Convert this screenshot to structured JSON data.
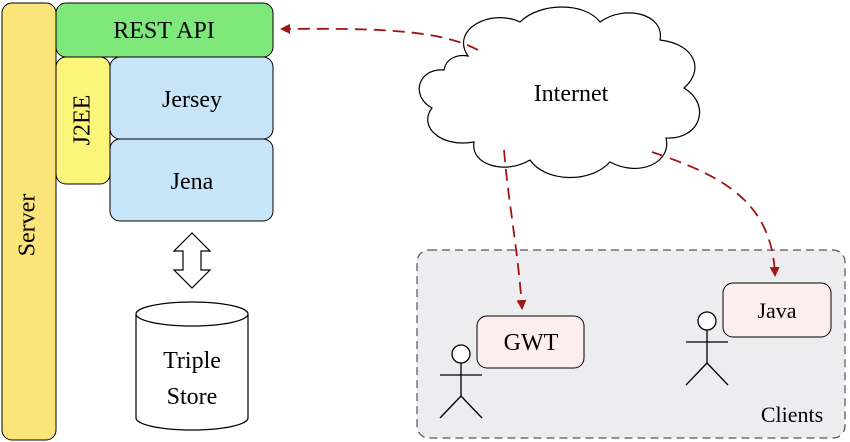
{
  "server": {
    "label": "Server"
  },
  "rest_api": {
    "label": "REST API"
  },
  "j2ee": {
    "label": "J2EE"
  },
  "jersey": {
    "label": "Jersey"
  },
  "jena": {
    "label": "Jena"
  },
  "triple_store": {
    "line1": "Triple",
    "line2": "Store"
  },
  "internet": {
    "label": "Internet"
  },
  "clients": {
    "group_label": "Clients",
    "gwt": {
      "label": "GWT"
    },
    "java": {
      "label": "Java"
    }
  },
  "colors": {
    "server_fill": "#fbe57a",
    "rest_fill": "#7fe87a",
    "j2ee_fill": "#fbf57a",
    "component_fill": "#c8e4f8",
    "client_box_fill": "#fdeeee",
    "clients_group_fill": "#ededf0",
    "arrow_color": "#a01414"
  }
}
